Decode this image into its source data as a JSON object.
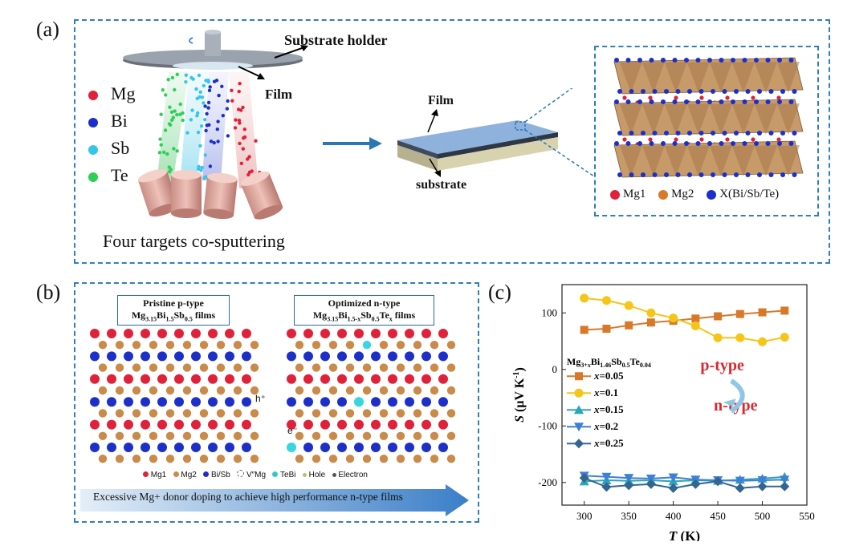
{
  "panels": {
    "a": {
      "label": "(a)",
      "substrate_holder": "Substrate holder",
      "film_label_top": "Film",
      "elements": [
        {
          "name": "Mg",
          "color": "#e0213a"
        },
        {
          "name": "Bi",
          "color": "#1c2fc9"
        },
        {
          "name": "Sb",
          "color": "#37c6e8"
        },
        {
          "name": "Te",
          "color": "#2fcf57"
        }
      ],
      "caption": "Four targets co-sputtering",
      "film_label": "Film",
      "substrate_label": "substrate",
      "crystal_legend": [
        {
          "name": "Mg1",
          "color": "#e0213a"
        },
        {
          "name": "Mg2",
          "color": "#d8792a"
        },
        {
          "name": "X(Bi/Sb/Te)",
          "color": "#1c2fc9"
        }
      ]
    },
    "b": {
      "label": "(b)",
      "left_title_line1": "Pristine p-type",
      "left_title_main": "Mg",
      "left_title_sub1": "3.15",
      "left_title_mid": "Bi",
      "left_title_sub2": "1.5",
      "left_title_mid2": "Sb",
      "left_title_sub3": "0.5",
      "left_title_end": " films",
      "right_title_line1": "Optimized n-type",
      "right_title_main": "Mg",
      "right_title_sub1": "3.15",
      "right_title_mid": "Bi",
      "right_title_sub2": "1.5-x",
      "right_title_mid2": "Sb",
      "right_title_sub3": "0.5",
      "right_title_mid3": "Te",
      "right_title_sub4": "x",
      "right_title_end": " films",
      "h_plus": "h⁺",
      "e_minus": "e⁻",
      "legend": [
        "Mg1",
        "Mg2",
        "Bi/Sb",
        "V″Mg",
        "TeBi",
        "Hole",
        "Electron"
      ],
      "arrow_text": "Excessive Mg+ donor doping to achieve high performance n-type films"
    },
    "c": {
      "label": "(c)",
      "p_type": "p-type",
      "n_type": "n-type"
    }
  },
  "chart_data": {
    "type": "line",
    "title": "",
    "xlabel": "T (K)",
    "ylabel": "S (μV K⁻¹)",
    "xlim": [
      275,
      550
    ],
    "ylim": [
      -240,
      150
    ],
    "xticks": [
      300,
      350,
      400,
      450,
      500,
      550
    ],
    "yticks": [
      100,
      0,
      -100,
      -200
    ],
    "legend_title": "Mg3+xBi1.46Sb0.5Te0.04",
    "x": [
      300,
      325,
      350,
      375,
      400,
      425,
      450,
      475,
      500,
      525
    ],
    "series": [
      {
        "name": "x=0.05",
        "color": "#d8792a",
        "marker": "square",
        "values": [
          70,
          72,
          78,
          83,
          86,
          90,
          94,
          98,
          101,
          104
        ]
      },
      {
        "name": "x=0.1",
        "color": "#f5c518",
        "marker": "circle",
        "values": [
          126,
          122,
          113,
          100,
          91,
          77,
          56,
          56,
          49,
          57
        ]
      },
      {
        "name": "x=0.15",
        "color": "#2aa6b8",
        "marker": "triangle-up",
        "values": [
          -198,
          -196,
          -197,
          -196,
          -198,
          -196,
          -197,
          -195,
          -193,
          -190
        ]
      },
      {
        "name": "x=0.2",
        "color": "#3f7fd6",
        "marker": "triangle-down",
        "values": [
          -188,
          -190,
          -192,
          -193,
          -191,
          -195,
          -196,
          -197,
          -196,
          -195
        ]
      },
      {
        "name": "x=0.25",
        "color": "#33658f",
        "marker": "diamond",
        "values": [
          -192,
          -208,
          -205,
          -203,
          -210,
          -203,
          -198,
          -210,
          -207,
          -207
        ]
      }
    ]
  }
}
